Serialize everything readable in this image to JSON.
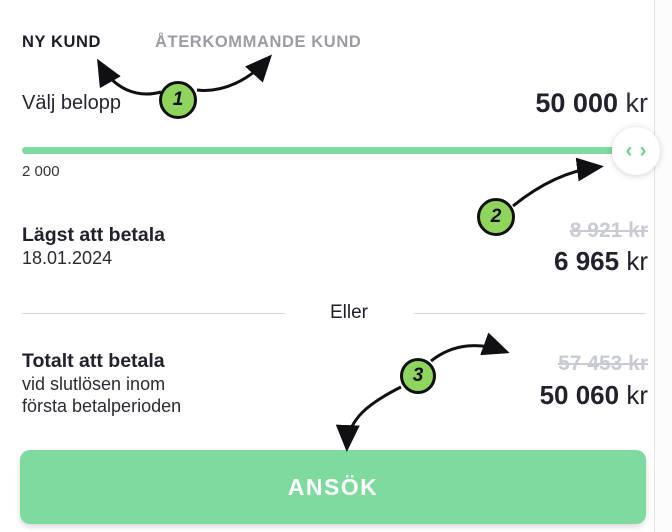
{
  "colors": {
    "accent_green": "#7eda9f",
    "annotation_green": "#8fd45c",
    "text_dark": "#22222c",
    "tab_inactive_gray": "#9c9ca4",
    "strike_gray": "#c8ccd2",
    "button_text": "#ffffff"
  },
  "tabs": {
    "new": "NY KUND",
    "returning": "ÅTERKOMMANDE KUND"
  },
  "amount": {
    "label": "Välj belopp",
    "value": "50 000",
    "unit": "kr",
    "min": "2 000"
  },
  "slider": {
    "chevron_left": "‹",
    "chevron_right": "›"
  },
  "lowest": {
    "title": "Lägst att betala",
    "date": "18.01.2024",
    "old_price": "8 921 kr",
    "price": "6 965",
    "unit": "kr"
  },
  "divider": {
    "label": "Eller"
  },
  "total": {
    "title": "Totalt att betala",
    "subtitle1": "vid slutlösen inom",
    "subtitle2": "första betalperioden",
    "old_price": "57 453 kr",
    "price": "50 060",
    "unit": "kr"
  },
  "apply": {
    "label": "ANSÖK"
  },
  "annotations": {
    "one": "1",
    "two": "2",
    "three": "3"
  }
}
